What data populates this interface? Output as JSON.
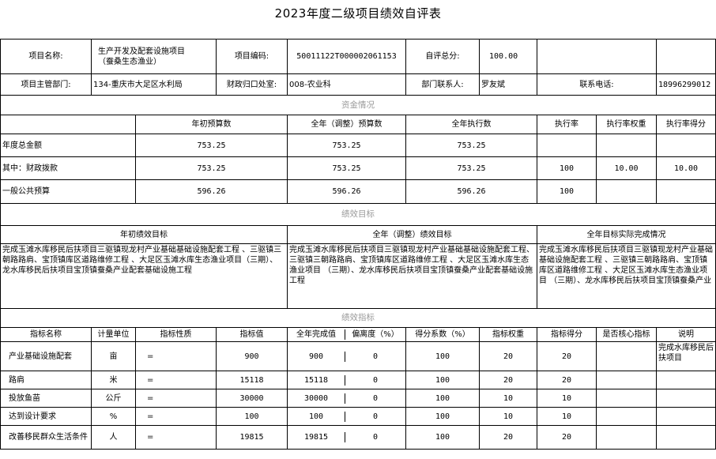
{
  "title": "2023年度二级项目绩效自评表",
  "info": {
    "name_label": "项目名称:",
    "name_line1": "生产开发及配套设施项目",
    "name_line2": "（蚕桑生态渔业）",
    "code_label": "项目编码:",
    "code": "50011122T000002061153",
    "score_label": "自评总分:",
    "score": "100.00",
    "dept_label": "项目主管部门:",
    "dept": "134-重庆市大足区水利局",
    "office_label": "财政归口处室:",
    "office": "008-农业科",
    "contact_label": "部门联系人:",
    "contact": "罗友斌",
    "phone_label": "联系电话:",
    "phone": "18996299012"
  },
  "funds": {
    "section": "资金情况",
    "headers": [
      "年初预算数",
      "全年（调整）预算数",
      "全年执行数",
      "执行率",
      "执行率权重",
      "执行率得分"
    ],
    "rows": [
      {
        "label": "年度总金额",
        "initial": "753.25",
        "adjusted": "753.25",
        "executed": "753.25",
        "rate": "",
        "weight": "",
        "score": ""
      },
      {
        "label": "其中：财政拨款",
        "initial": "753.25",
        "adjusted": "753.25",
        "executed": "753.25",
        "rate": "100",
        "weight": "10.00",
        "score": "10.00"
      },
      {
        "label": "一般公共预算",
        "initial": "596.26",
        "adjusted": "596.26",
        "executed": "596.26",
        "rate": "100",
        "weight": "",
        "score": ""
      }
    ]
  },
  "goals": {
    "section": "绩效目标",
    "headers": [
      "年初绩效目标",
      "全年（调整）绩效目标",
      "全年目标实际完成情况"
    ],
    "initial": "完成玉滩水库移民后扶项目三驱镇现龙村产业基础基础设施配套工程 、三驱镇三朝路路肩、宝顶镇库区道路维修工程 、大足区玉滩水库生态渔业项目（三期）、龙水库移民后扶项目宝顶镇蚕桑产业配套基础设施工程",
    "adjusted": "完成玉滩水库移民后扶项目三驱镇现龙村产业基础基础设施配套工程、三驱镇三朝路路肩、宝顶镇库区道路维修工程 、大足区玉滩水库生态渔业项目 （三期）、龙水库移民后扶项目宝顶镇蚕桑产业配套基础设施工程",
    "actual": "完成玉滩水库移民后扶项目三驱镇现龙村产业基础基础设施配套工程 、三驱镇三朝路路肩、宝顶镇库区道路维修工程 、大足区玉滩水库生态渔业项目 （三期）、龙水库移民后扶项目宝顶镇蚕桑产业"
  },
  "indicators": {
    "section": "绩效指标",
    "headers": [
      "指标名称",
      "计量单位",
      "指标性质",
      "指标值",
      "全年完成值",
      "偏离度（%）",
      "得分系数（%）",
      "指标权重",
      "指标得分",
      "是否核心指标",
      "说明"
    ],
    "rows": [
      {
        "name": "产业基础设施配套",
        "unit": "亩",
        "nature": "=",
        "target": "900",
        "done": "900",
        "dev": "0",
        "coef": "100",
        "weight": "20",
        "score": "20",
        "core": "",
        "note": "完成水库移民后扶项目"
      },
      {
        "name": "路肩",
        "unit": "米",
        "nature": "=",
        "target": "15118",
        "done": "15118",
        "dev": "0",
        "coef": "100",
        "weight": "20",
        "score": "20",
        "core": "",
        "note": ""
      },
      {
        "name": "投放鱼苗",
        "unit": "公斤",
        "nature": "=",
        "target": "30000",
        "done": "30000",
        "dev": "0",
        "coef": "100",
        "weight": "10",
        "score": "10",
        "core": "",
        "note": ""
      },
      {
        "name": "达到设计要求",
        "unit": "%",
        "nature": "=",
        "target": "100",
        "done": "100",
        "dev": "0",
        "coef": "100",
        "weight": "10",
        "score": "10",
        "core": "",
        "note": ""
      },
      {
        "name": "改善移民群众生活条件",
        "unit": "人",
        "nature": "=",
        "target": "19815",
        "done": "19815",
        "dev": "0",
        "coef": "100",
        "weight": "20",
        "score": "20",
        "core": "",
        "note": ""
      }
    ]
  }
}
